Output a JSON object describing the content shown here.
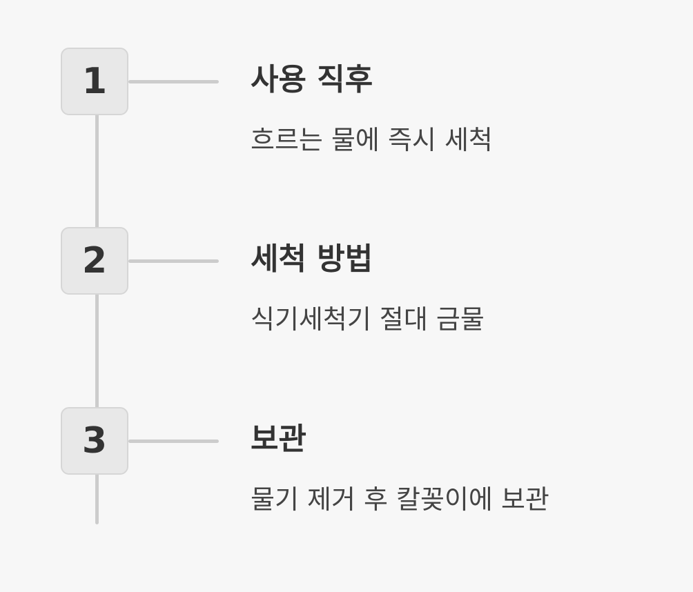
{
  "steps": [
    {
      "number": "1",
      "title": "사용 직후",
      "description": "흐르는 물에 즉시 세척"
    },
    {
      "number": "2",
      "title": "세척 방법",
      "description": "식기세척기 절대 금물"
    },
    {
      "number": "3",
      "title": "보관",
      "description": "물기 제거 후 칼꽂이에 보관"
    }
  ],
  "colors": {
    "background": "#f7f7f7",
    "badge_fill": "#e8e8e8",
    "line": "#cccccc",
    "text": "#333333"
  }
}
